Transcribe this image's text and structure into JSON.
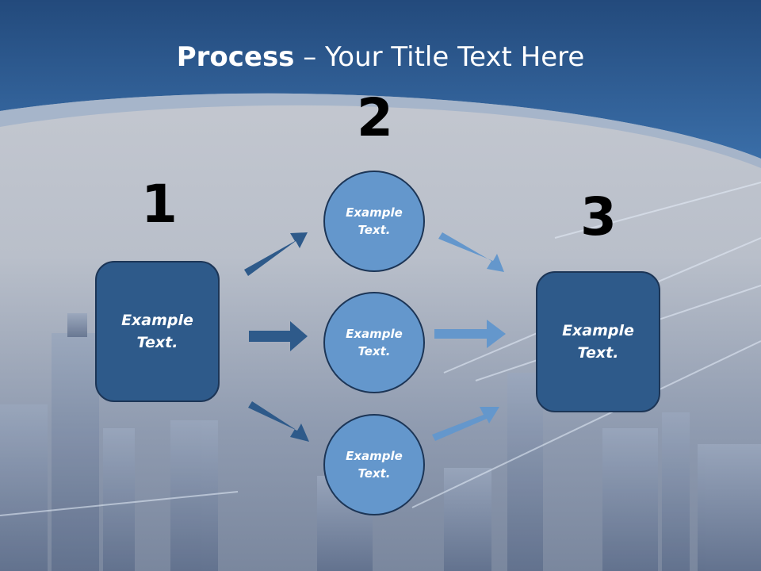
{
  "title": {
    "bold": "Process",
    "rest": " – Your Title Text Here"
  },
  "steps": [
    {
      "number": "1",
      "text_line1": "Example",
      "text_line2": "Text."
    },
    {
      "number": "2",
      "items": [
        {
          "text_line1": "Example",
          "text_line2": "Text."
        },
        {
          "text_line1": "Example",
          "text_line2": "Text."
        },
        {
          "text_line1": "Example",
          "text_line2": "Text."
        }
      ]
    },
    {
      "number": "3",
      "text_line1": "Example",
      "text_line2": "Text."
    }
  ],
  "colors": {
    "header_blue": "#2f64a0",
    "box_fill": "#2e5a8a",
    "circle_fill": "#6497cc",
    "arrow_dark": "#2e5a8a",
    "arrow_light": "#6497cc"
  }
}
